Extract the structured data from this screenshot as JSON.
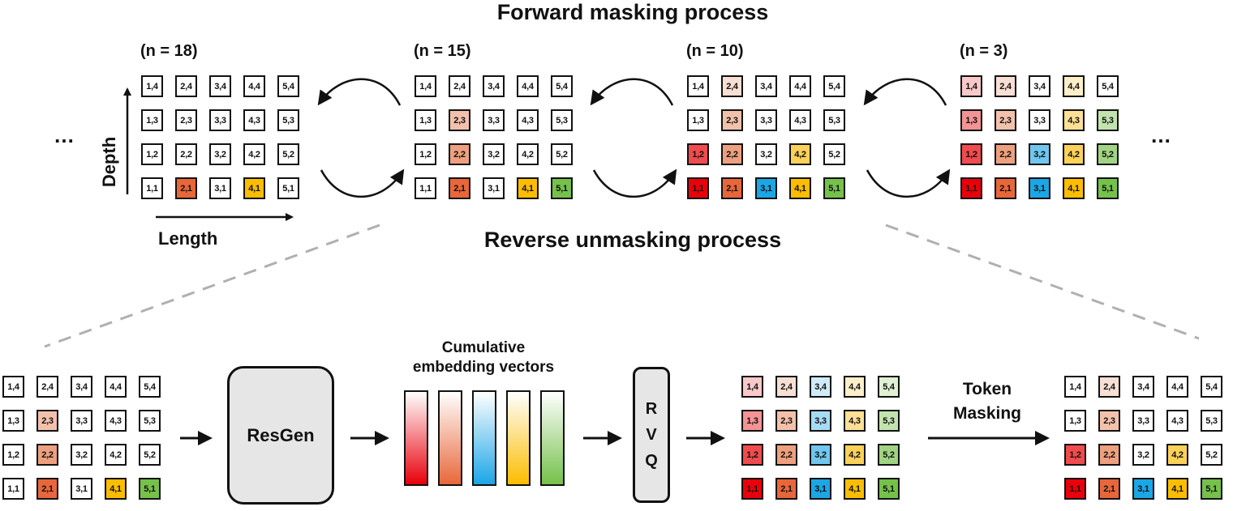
{
  "titles": {
    "forward": "Forward masking process",
    "reverse": "Reverse unmasking process"
  },
  "ellipsis": "…",
  "axes": {
    "depth": "Depth",
    "length": "Length"
  },
  "top_grids": [
    {
      "label": "(n = 18)",
      "colored": {
        "2,1": "c21",
        "4,1": "c41"
      }
    },
    {
      "label": "(n = 15)",
      "colored": {
        "2,1": "c21",
        "4,1": "c41",
        "5,1": "c51",
        "2,2": "c22",
        "2,3": "c23"
      }
    },
    {
      "label": "(n = 10)",
      "colored": {
        "1,1": "c11",
        "2,1": "c21",
        "3,1": "c31",
        "4,1": "c41",
        "5,1": "c51",
        "1,2": "c12",
        "2,2": "c22",
        "4,2": "c42",
        "2,3": "c23",
        "2,4": "c24"
      }
    },
    {
      "label": "(n = 3)",
      "colored": {
        "1,1": "c11",
        "2,1": "c21",
        "3,1": "c31",
        "4,1": "c41",
        "5,1": "c51",
        "1,2": "c12",
        "2,2": "c22",
        "3,2": "c32",
        "4,2": "c42",
        "5,2": "c52",
        "1,3": "c13",
        "2,3": "c23",
        "4,3": "c43",
        "5,3": "c53",
        "1,4": "c14",
        "2,4": "c24",
        "4,4": "c44"
      }
    }
  ],
  "bottom_grids": [
    {
      "name": "input",
      "colored": {
        "2,1": "c21",
        "4,1": "c41",
        "5,1": "c51",
        "2,2": "c22",
        "2,3": "c23"
      }
    },
    {
      "name": "predicted",
      "colored": "all"
    },
    {
      "name": "remasked",
      "colored": {
        "1,1": "c11",
        "2,1": "c21",
        "3,1": "c31",
        "4,1": "c41",
        "5,1": "c51",
        "1,2": "c12",
        "2,2": "c22",
        "4,2": "c42",
        "2,3": "c23",
        "2,4": "c24"
      }
    }
  ],
  "modules": {
    "resgen": "ResGen",
    "rvq_letters": [
      "R",
      "V",
      "Q"
    ],
    "embedding_caption": [
      "Cumulative",
      "embedding vectors"
    ],
    "token_masking": [
      "Token",
      "Masking"
    ]
  },
  "palette": {
    "c11": "#e8000b",
    "c12": "#f04b4d",
    "c13": "#f39393",
    "c14": "#f8c9c8",
    "c21": "#e8673a",
    "c22": "#eda07e",
    "c23": "#f3c1ab",
    "c24": "#f8dfd3",
    "c31": "#1ba6e6",
    "c32": "#6fc6ee",
    "c33": "#a7dbf3",
    "c34": "#d0ebf8",
    "c41": "#fbbd00",
    "c42": "#fcd15a",
    "c43": "#fde095",
    "c44": "#feefc9",
    "c51": "#75c14a",
    "c52": "#a1d482",
    "c53": "#c2e3ae",
    "c54": "#dff0d3"
  },
  "bar_gradients": [
    [
      "#ffffff",
      "#e8000b"
    ],
    [
      "#ffffff",
      "#e8673a"
    ],
    [
      "#ffffff",
      "#1ba6e6"
    ],
    [
      "#ffffff",
      "#fbbd00"
    ],
    [
      "#ffffff",
      "#75c14a"
    ]
  ]
}
